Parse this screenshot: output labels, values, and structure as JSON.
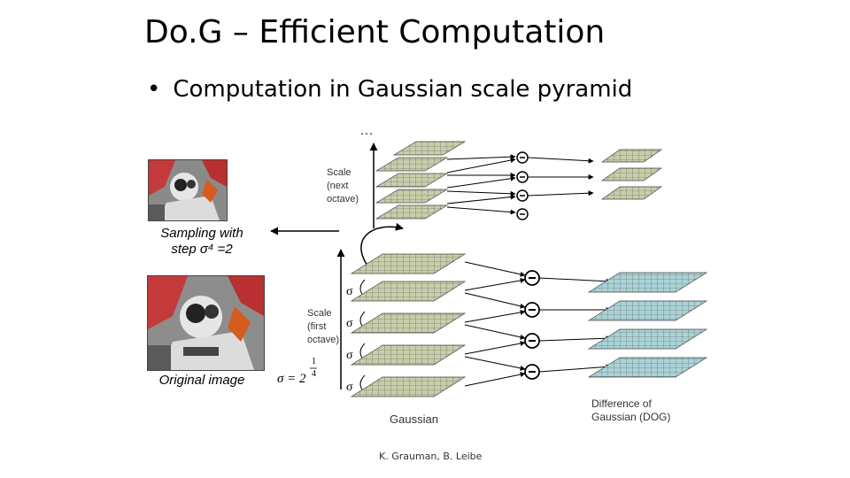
{
  "slide": {
    "title": "Do.G – Efficient Computation",
    "bullet": "Computation in Gaussian scale pyramid",
    "credit": "K. Grauman, B. Leibe"
  },
  "diagram": {
    "ellipsis": "…",
    "scale_next_octave": [
      "Scale",
      "(next",
      "octave)"
    ],
    "scale_first_octave": [
      "Scale",
      "(first",
      "octave)"
    ],
    "sigma": "σ",
    "sigma_formula_lhs": "σ = 2",
    "sigma_formula_exp_num": "1",
    "sigma_formula_exp_den": "4",
    "gaussian_label": "Gaussian",
    "dog_label": [
      "Difference of",
      "Gaussian (DOG)"
    ],
    "minus_symbol": "−"
  },
  "captions": {
    "sampling_line1": "Sampling with",
    "sampling_line2": "step σ⁴ =2",
    "original_image": "Original image"
  },
  "colors": {
    "gaussian_grid": "#c9cda9",
    "dog_grid": "#a9d3d6",
    "grid_line": "#5a5a5a"
  }
}
